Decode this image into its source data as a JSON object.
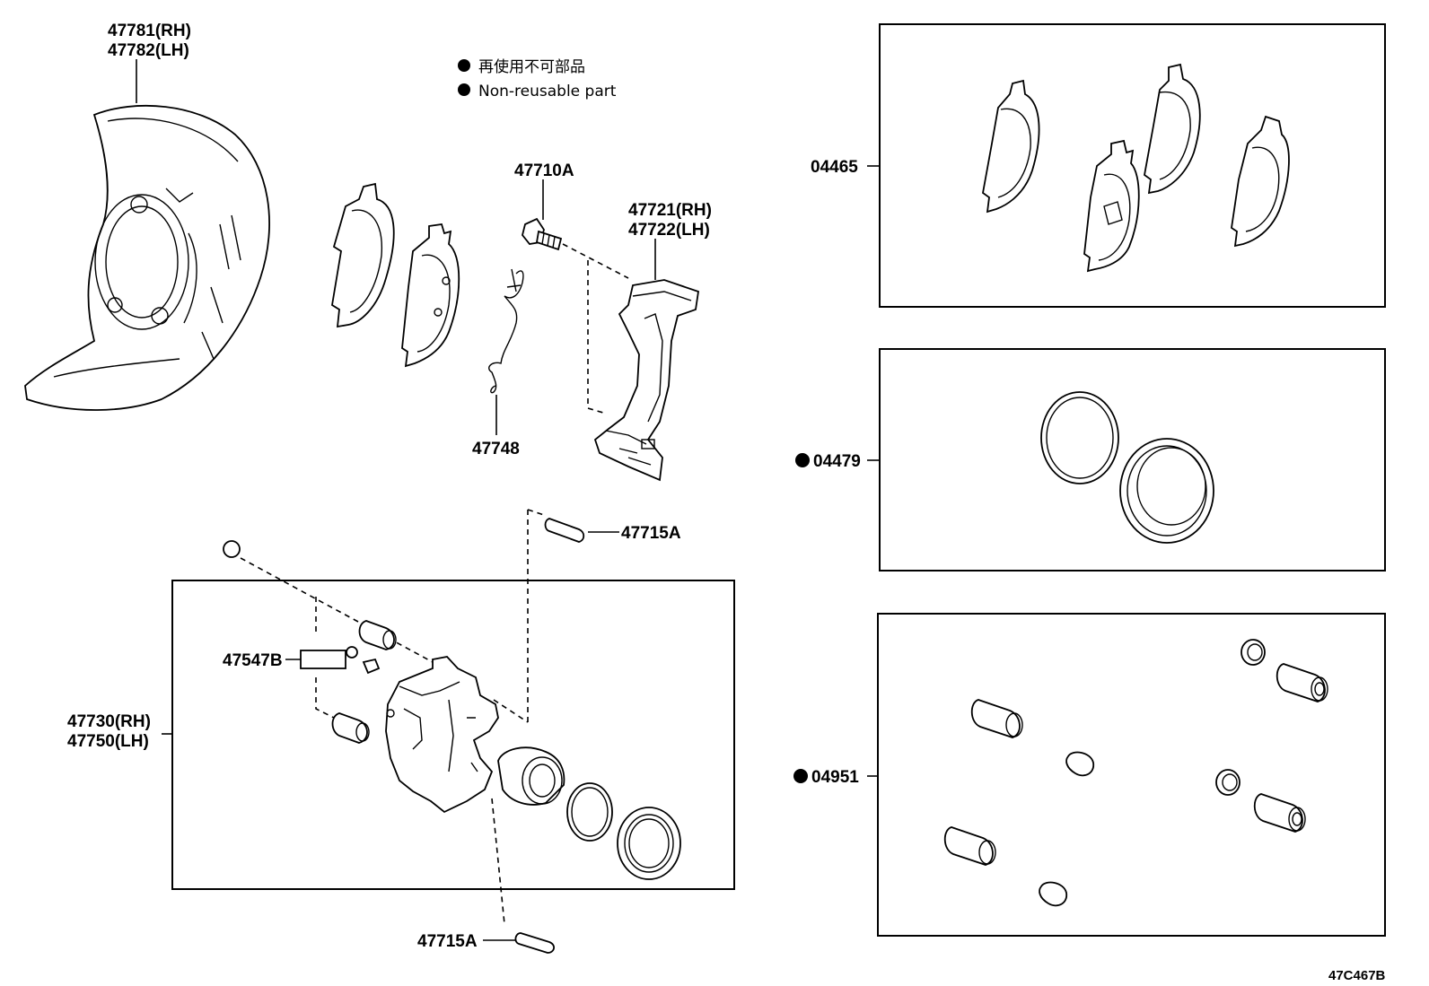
{
  "legend": {
    "line_jp": "再使用不可部品",
    "line_en": "Non-reusable part"
  },
  "labels": {
    "shield_rh": "47781(RH)",
    "shield_lh": "47782(LH)",
    "bolt": "47710A",
    "mount_rh": "47721(RH)",
    "mount_lh": "47722(LH)",
    "wire": "47748",
    "pin_top": "47715A",
    "pin_bottom": "47715A",
    "bleeder": "47547B",
    "caliper_rh": "47730(RH)",
    "caliper_lh": "47750(LH)",
    "pad_kit": "04465",
    "seal_kit": "04479",
    "boot_kit": "04951"
  },
  "diagram_code": "47C467B"
}
